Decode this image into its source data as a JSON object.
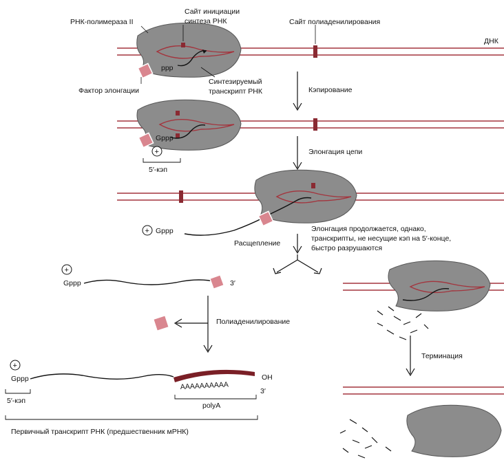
{
  "labels": {
    "polymerase": "РНК-полимераза II",
    "initiation_site_1": "Сайт инициации",
    "initiation_site_2": "синтеза РНК",
    "polyadenylation_site": "Сайт полиаденилирования",
    "dna": "ДНК",
    "ppp": "ppp",
    "transcript_1": "Синтезируемый",
    "transcript_2": "транскрипт РНК",
    "elongation_factor": "Фактор элонгации",
    "capping": "Кэпирование",
    "gppp_1": "Gppp",
    "plus": "+",
    "cap_5_1": "5′-кэп",
    "chain_elongation": "Элонгация цепи",
    "gppp_2": "Gppp",
    "cleavage": "Расщепление",
    "elong_cont_1": "Элонгация продолжается, однако,",
    "elong_cont_2": "транскрипты, не несущие кэп на 5′-конце,",
    "elong_cont_3": "быстро разрушаются",
    "gppp_3": "Gppp",
    "three_prime_1": "3′",
    "polyadenylation": "Полиаденилирование",
    "termination": "Терминация",
    "gppp_4": "Gppp",
    "polyA_seq": "AAAAAAAAAA",
    "oh": "OH",
    "three_prime_2": "3′",
    "cap_5_2": "5′-кэп",
    "polyA": "polyA",
    "primary_transcript": "Первичный транскрипт РНК (предшественник мРНК)"
  },
  "colors": {
    "polymerase_fill": "#8c8c8c",
    "dna_strand": "#a3343d",
    "factor_fill": "#d9868f",
    "site_mark": "#8a2a32",
    "polyA_band": "#7a1f26"
  }
}
